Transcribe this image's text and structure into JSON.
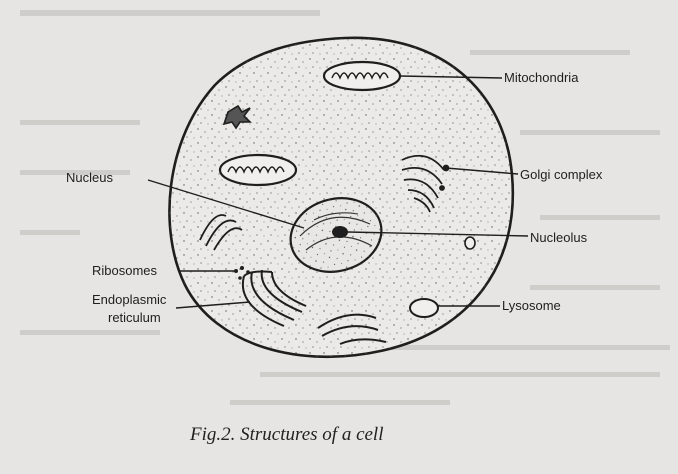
{
  "labels": {
    "mitochondria": "Mitochondria",
    "golgi": "Golgi   complex",
    "nucleus": "Nucleus",
    "nucleolus": "Nucleolus",
    "ribosomes": "Ribosomes",
    "er_line1": "Endoplasmic",
    "er_line2": "reticulum",
    "lysosome": "Lysosome"
  },
  "caption": "Fig.2. Structures of a cell"
}
